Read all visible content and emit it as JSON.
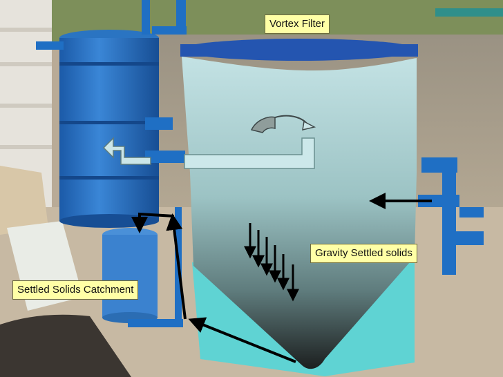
{
  "photo": {
    "subject": "aquaponics vortex filter setup"
  },
  "labels": {
    "vortex_filter": "Vortex Filter",
    "gravity_settled_solids": "Gravity Settled solids",
    "settled_solids_catchment": "Settled Solids Catchment"
  },
  "colors": {
    "label_fill": "#ffffa6",
    "tank_top": "#bfe0e2",
    "tank_bottom": "#1c1f1f",
    "pipe_blue": "#1f6fc4",
    "arrow_black": "#000000"
  }
}
